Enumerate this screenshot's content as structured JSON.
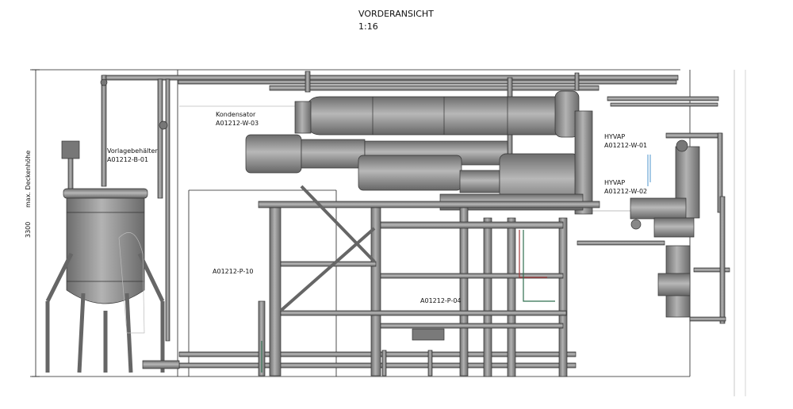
{
  "title": {
    "view": "VORDERANSICHT",
    "scale": "1:16"
  },
  "dimension": {
    "height_value": "3300",
    "height_label": "max. Deckenhöhe"
  },
  "labels": {
    "kondensator_name": "Kondensator",
    "kondensator_code": "A01212-W-03",
    "vorlage_name": "Vorlagebehälter",
    "vorlage_code": "A01212-B-01",
    "hyvap1_name": "HYVAP",
    "hyvap1_code": "A01212-W-01",
    "hyvap2_name": "HYVAP",
    "hyvap2_code": "A01212-W-02",
    "pump10_code": "A01212-P-10",
    "pump04_code": "A01212-P-04"
  },
  "colors": {
    "line": "#1a1a1a",
    "metal": "#8f8f8f",
    "metal_dark": "#5e5e5e",
    "metal_light": "#b5b5b5",
    "pipe_green": "#2f6f4f",
    "pipe_red": "#a23a3a",
    "pipe_blue": "#6aa7d6"
  }
}
